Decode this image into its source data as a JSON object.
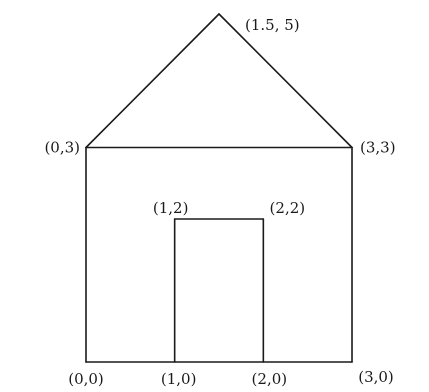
{
  "figure": {
    "points": [
      {
        "id": "roof-apex",
        "label": "(1.5, 5)",
        "x": 1.5,
        "y": 5
      },
      {
        "id": "wall-top-left",
        "label": "(0,3)",
        "x": 0,
        "y": 3
      },
      {
        "id": "wall-top-right",
        "label": "(3,3)",
        "x": 3,
        "y": 3
      },
      {
        "id": "door-top-left",
        "label": "(1,2)",
        "x": 1,
        "y": 2
      },
      {
        "id": "door-top-right",
        "label": "(2,2)",
        "x": 2,
        "y": 2
      },
      {
        "id": "origin",
        "label": "(0,0)",
        "x": 0,
        "y": 0
      },
      {
        "id": "door-bottom-left",
        "label": "(1,0)",
        "x": 1,
        "y": 0
      },
      {
        "id": "door-bottom-right",
        "label": "(2,0)",
        "x": 2,
        "y": 0
      },
      {
        "id": "wall-bottom-right",
        "label": "(3,0)",
        "x": 3,
        "y": 0
      }
    ],
    "edges": [
      [
        "roof-apex",
        "wall-top-left"
      ],
      [
        "roof-apex",
        "wall-top-right"
      ],
      [
        "wall-top-left",
        "wall-top-right"
      ],
      [
        "wall-top-left",
        "origin"
      ],
      [
        "wall-top-right",
        "wall-bottom-right"
      ],
      [
        "origin",
        "wall-bottom-right"
      ],
      [
        "door-bottom-left",
        "door-top-left"
      ],
      [
        "door-top-left",
        "door-top-right"
      ],
      [
        "door-top-right",
        "door-bottom-right"
      ]
    ]
  }
}
